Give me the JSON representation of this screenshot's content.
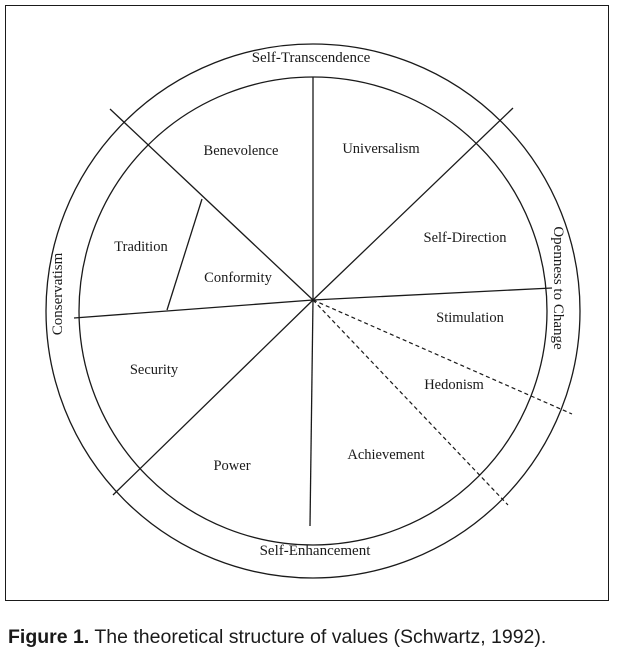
{
  "dimensions": {
    "top": "Self-Transcendence",
    "right": "Openness to Change",
    "bottom": "Self-Enhancement",
    "left": "Conservatism"
  },
  "values": {
    "benevolence": "Benevolence",
    "universalism": "Universalism",
    "self_direction": "Self-Direction",
    "stimulation": "Stimulation",
    "hedonism": "Hedonism",
    "achievement": "Achievement",
    "power": "Power",
    "security": "Security",
    "conformity": "Conformity",
    "tradition": "Tradition"
  },
  "caption": {
    "label": "Figure 1.",
    "text": "The theoretical structure of values (Schwartz, 1992)."
  }
}
